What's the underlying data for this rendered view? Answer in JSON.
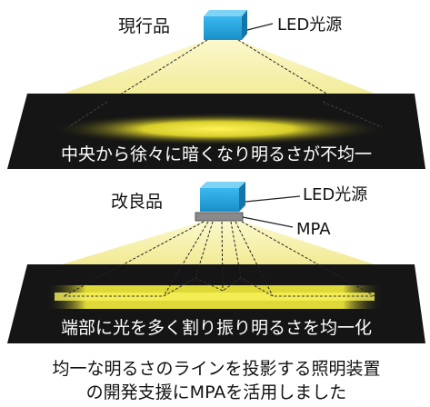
{
  "top_panel": {
    "product_label": "現行品",
    "source_label": "LED光源",
    "caption": "中央から徐々に暗くなり明るさが不均一"
  },
  "bottom_panel": {
    "product_label": "改良品",
    "source_label": "LED光源",
    "mpa_label": "MPA",
    "caption": "端部に光を多く割り振り明るさを均一化"
  },
  "footer": {
    "line1": "均一な明るさのラインを投影する照明装置",
    "line2": "の開発支援にMPAを活用しました"
  },
  "colors": {
    "led_blue": "#2aa6e0",
    "light_yellow": "#f4ee9a",
    "glow_yellow": "#f2ec3a",
    "dark_surface": "#151515",
    "mpa_gray": "#8a8a8a"
  }
}
